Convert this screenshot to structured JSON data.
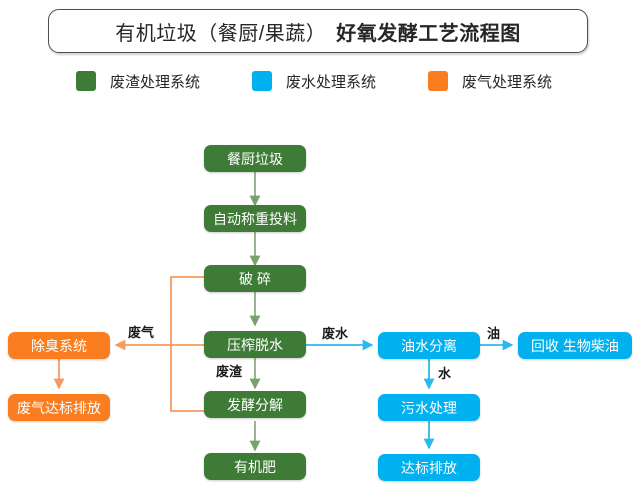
{
  "title": {
    "regular": "有机垃圾（餐厨/果蔬）",
    "bold": "好氧发酵工艺流程图"
  },
  "legend": {
    "items": [
      {
        "label": "废渣处理系统",
        "color": "#3e7b37",
        "swatch": "green-swatch"
      },
      {
        "label": "废水处理系统",
        "color": "#00b0ef",
        "swatch": "blue-swatch"
      },
      {
        "label": "废气处理系统",
        "color": "#fa7d20",
        "swatch": "orange-swatch"
      }
    ]
  },
  "flow": {
    "solid_waste_line": {
      "system": "废渣处理系统",
      "color": "#3e7b37",
      "nodes": [
        {
          "id": "kitchen-waste",
          "label": "餐厨垃圾"
        },
        {
          "id": "auto-weigh-feed",
          "label": "自动称重投料"
        },
        {
          "id": "crushing",
          "label": "破 碎"
        },
        {
          "id": "press-dewater",
          "label": "压榨脱水"
        },
        {
          "id": "ferment-decompose",
          "label": "发酵分解"
        },
        {
          "id": "organic-fertilizer",
          "label": "有机肥"
        }
      ]
    },
    "waste_water_line": {
      "system": "废水处理系统",
      "color": "#00b0ef",
      "nodes": [
        {
          "id": "oil-water-separation",
          "label": "油水分离"
        },
        {
          "id": "biodiesel-recovery",
          "label": "回收 生物柴油"
        },
        {
          "id": "sewage-treatment",
          "label": "污水处理"
        },
        {
          "id": "standard-discharge",
          "label": "达标排放"
        }
      ]
    },
    "waste_gas_line": {
      "system": "废气处理系统",
      "color": "#fa7d20",
      "nodes": [
        {
          "id": "deodorization-system",
          "label": "除臭系统"
        },
        {
          "id": "gas-standard-discharge",
          "label": "废气达标排放"
        }
      ]
    },
    "edge_labels": {
      "waste_gas": "废气",
      "waste_residue": "废渣",
      "waste_water": "废水",
      "oil": "油",
      "water": "水"
    }
  }
}
